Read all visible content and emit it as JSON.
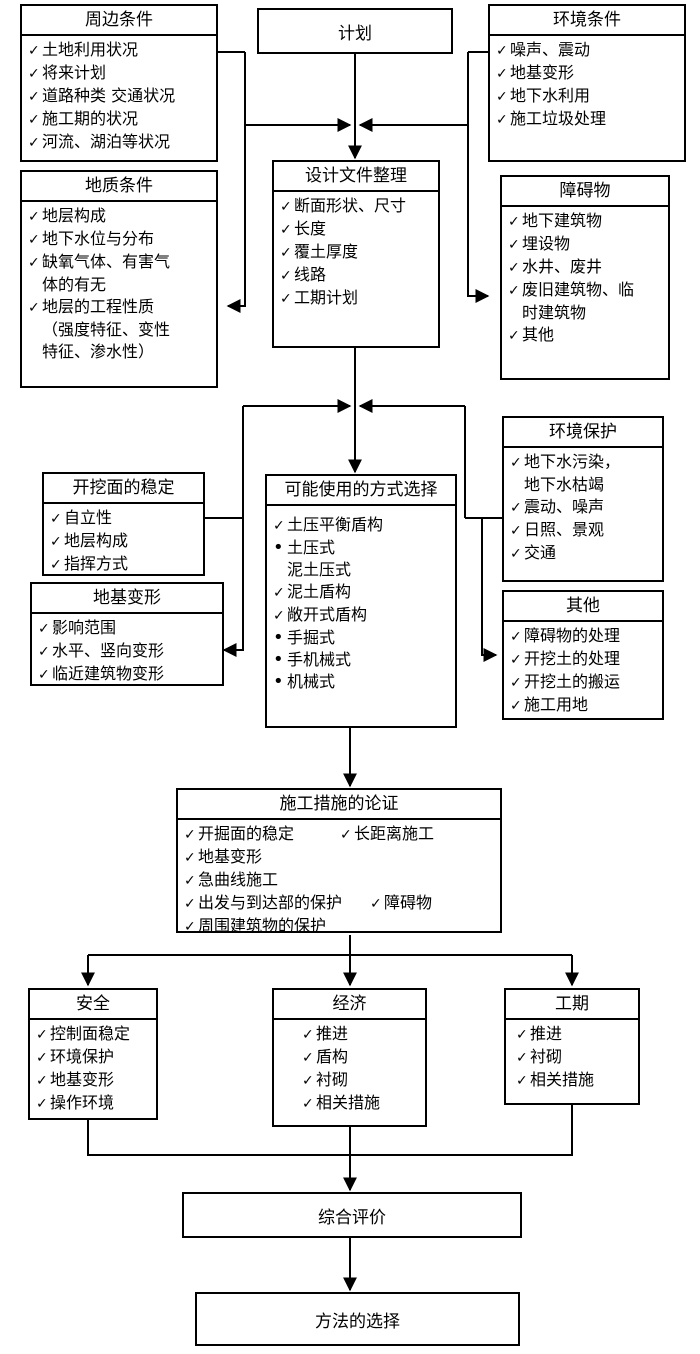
{
  "plan": "计划",
  "surroundings": {
    "title": "周边条件",
    "items": [
      "土地利用状况",
      "将来计划",
      "道路种类 交通状况",
      "施工期的状况",
      "河流、湖泊等状况"
    ]
  },
  "environment_conditions": {
    "title": "环境条件",
    "items": [
      "噪声、震动",
      "地基变形",
      "地下水利用",
      "施工垃圾处理"
    ]
  },
  "geology": {
    "title": "地质条件",
    "items": [
      "地层构成",
      "地下水位与分布",
      "缺氧气体、有害气",
      "体的有无",
      "地层的工程性质",
      "（强度特征、变性",
      "特征、渗水性）"
    ]
  },
  "design": {
    "title": "设计文件整理",
    "items": [
      "断面形状、尺寸",
      "长度",
      "覆土厚度",
      "线路",
      "工期计划"
    ]
  },
  "obstacles": {
    "title": "障碍物",
    "items": [
      "地下建筑物",
      "埋设物",
      "水井、废井",
      "废旧建筑物、临",
      "时建筑物",
      "其他"
    ]
  },
  "env_protection": {
    "title": "环境保护",
    "items": [
      "地下水污染，",
      "地下水枯竭",
      "震动、噪声",
      "日照、景观",
      "交通"
    ]
  },
  "face_stability": {
    "title": "开挖面的稳定",
    "items": [
      "自立性",
      "地层构成",
      "指挥方式"
    ]
  },
  "ground_deform": {
    "title": "地基变形",
    "items": [
      "影响范围",
      "水平、竖向变形",
      "临近建筑物变形"
    ]
  },
  "method_choice": {
    "title": "可能使用的方式选择",
    "items": [
      "土压平衡盾构",
      "土压式",
      "泥土压式",
      "泥土盾构",
      "敞开式盾构",
      "手掘式",
      "手机械式",
      "机械式"
    ]
  },
  "others": {
    "title": "其他",
    "items": [
      "障碍物的处理",
      "开挖土的处理",
      "开挖土的搬运",
      "施工用地"
    ]
  },
  "measures": {
    "title": "施工措施的论证",
    "items": [
      "开掘面的稳定",
      "长距离施工",
      "地基变形",
      "急曲线施工",
      "出发与到达部的保护",
      "障碍物",
      "周围建筑物的保护"
    ]
  },
  "safety": {
    "title": "安全",
    "items": [
      "控制面稳定",
      "环境保护",
      "地基变形",
      "操作环境"
    ]
  },
  "economy": {
    "title": "经济",
    "items": [
      "推进",
      "盾构",
      "衬砌",
      "相关措施"
    ]
  },
  "schedule": {
    "title": "工期",
    "items": [
      "推进",
      "衬砌",
      "相关措施"
    ]
  },
  "evaluation": "综合评价",
  "selection": "方法的选择",
  "marks": {
    "check": "✓",
    "bullet": "•"
  }
}
